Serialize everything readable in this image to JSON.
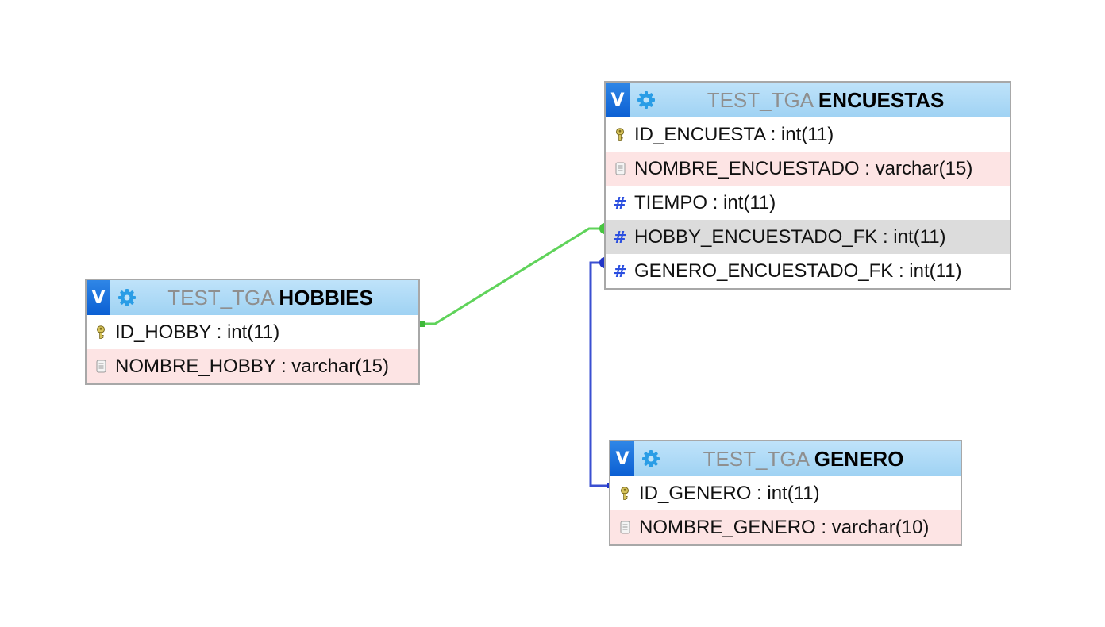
{
  "diagram": {
    "relation_colors": {
      "hobby_fk": "#5fd35a",
      "genero_fk": "#3a4fd1"
    },
    "tables": {
      "hobbies": {
        "toggle_label": "V",
        "db": "TEST_TGA",
        "name": "HOBBIES",
        "columns": [
          {
            "text": "ID_HOBBY : int(11)",
            "icon": "key-icon"
          },
          {
            "text": "NOMBRE_HOBBY : varchar(15)",
            "icon": "text-column-icon"
          }
        ]
      },
      "encuestas": {
        "toggle_label": "V",
        "db": "TEST_TGA",
        "name": "ENCUESTAS",
        "columns": [
          {
            "text": "ID_ENCUESTA : int(11)",
            "icon": "key-icon"
          },
          {
            "text": "NOMBRE_ENCUESTADO : varchar(15)",
            "icon": "text-column-icon"
          },
          {
            "text": "TIEMPO : int(11)",
            "icon": "numeric-column-icon"
          },
          {
            "text": "HOBBY_ENCUESTADO_FK : int(11)",
            "icon": "numeric-column-icon"
          },
          {
            "text": "GENERO_ENCUESTADO_FK : int(11)",
            "icon": "numeric-column-icon"
          }
        ]
      },
      "genero": {
        "toggle_label": "V",
        "db": "TEST_TGA",
        "name": "GENERO",
        "columns": [
          {
            "text": "ID_GENERO : int(11)",
            "icon": "key-icon"
          },
          {
            "text": "NOMBRE_GENERO : varchar(10)",
            "icon": "text-column-icon"
          }
        ]
      }
    }
  }
}
